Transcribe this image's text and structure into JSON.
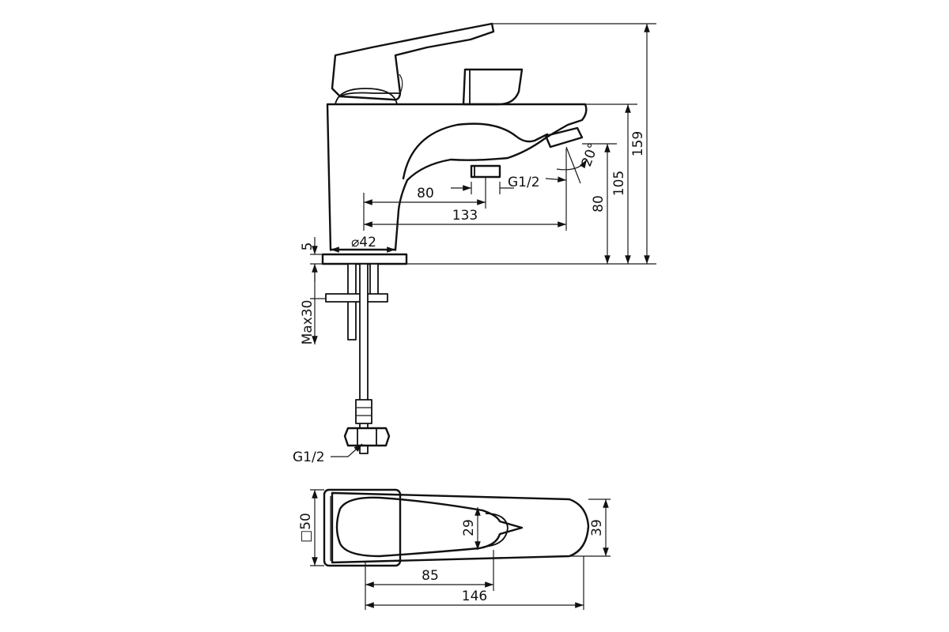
{
  "labels": {
    "angle": "20°",
    "spout_thread": "G1/2",
    "inlet_thread": "G1/2",
    "diameter": "⌀42",
    "base_thickness": "5",
    "max_mount": "Max30",
    "base_square": "□50",
    "handle_width": "29",
    "body_width": "39"
  },
  "dimensions": {
    "spout_center": "80",
    "spout_reach": "133",
    "spout_height": "80",
    "body_height": "105",
    "total_height": "159",
    "handle_reach": "85",
    "total_length": "146"
  }
}
